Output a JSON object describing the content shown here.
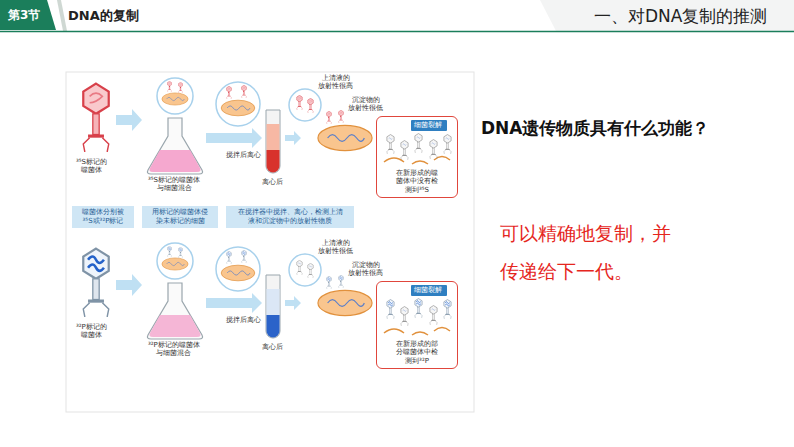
{
  "diagram": {
    "title": "一、对DNA复制的推测",
    "nodes": [
      {
        "text": [
          "第3节"
        ]
      },
      {
        "text": [
          "在新形成的噬 菌体中没有检 测到³⁵S"
        ]
      },
      {
        "text": [
          "细菌裂解"
        ],
        "in": 1
      },
      {
        "text": [
          "噬菌体分别被 ³⁵S或³²P标记"
        ]
      },
      {
        "text": [
          "用标记的噬菌体侵 染未标记的细菌"
        ]
      },
      {
        "text": [
          "在搅拌器中搅拌、离心，检测上清 液和沉淀物中的放射性物质"
        ]
      },
      {
        "text": [
          "在新形成的部 分噬菌体中检 测到³²P"
        ]
      },
      {
        "text": [
          "细菌裂解"
        ],
        "in": 6
      }
    ],
    "labels": [
      "DNA的复制",
      "上清液的 放射性很高",
      "沉淀物的 放射性很低",
      "DNA遗传物质具有什么功能？",
      "³⁵S标记的 噬菌体",
      "³⁵S标记的噬菌体 与细菌混合",
      "搅拌后离心",
      "离心后",
      "可以精确地复制，并 传递给下一代。",
      "上清液的 放射性很低",
      "沉淀物的 放射性很高",
      "³²P标记的 噬菌体",
      "³²P标记的噬菌体 与细菌混合",
      "搅拌后离心",
      "离心后"
    ]
  }
}
